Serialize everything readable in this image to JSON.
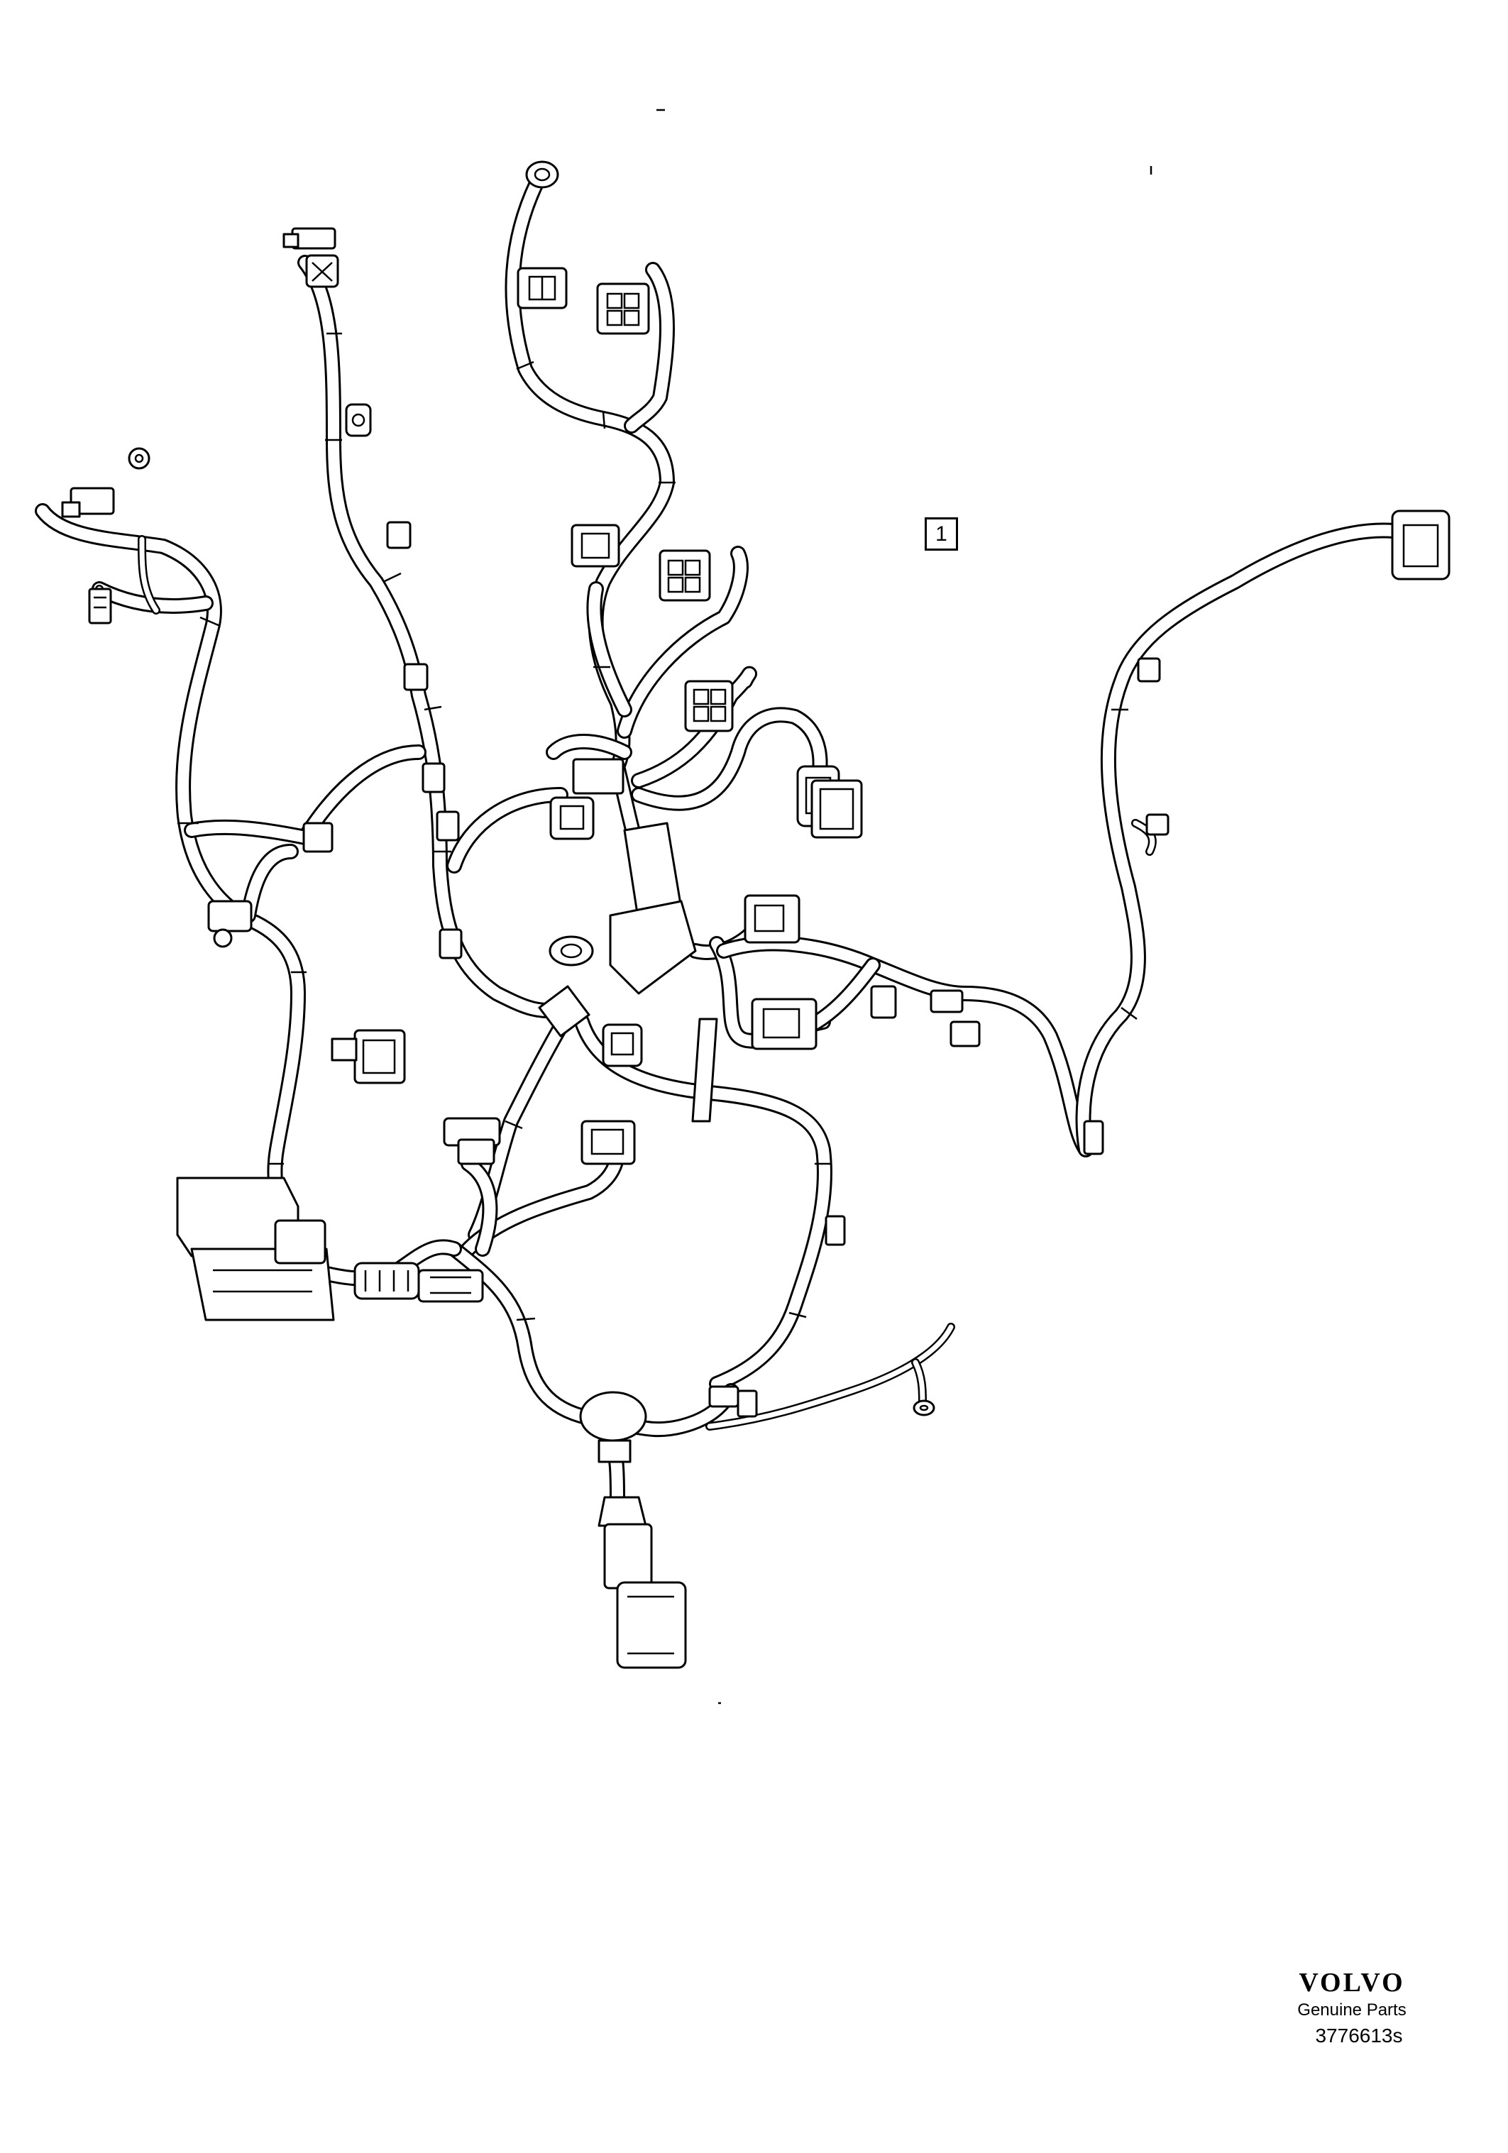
{
  "callout": {
    "label": "1"
  },
  "brand": {
    "name": "VOLVO",
    "tagline": "Genuine Parts"
  },
  "drawing": {
    "id": "3776613s"
  },
  "icons": [
    "wiring-harness-illustration",
    "connector-icon",
    "ring-terminal-icon"
  ]
}
